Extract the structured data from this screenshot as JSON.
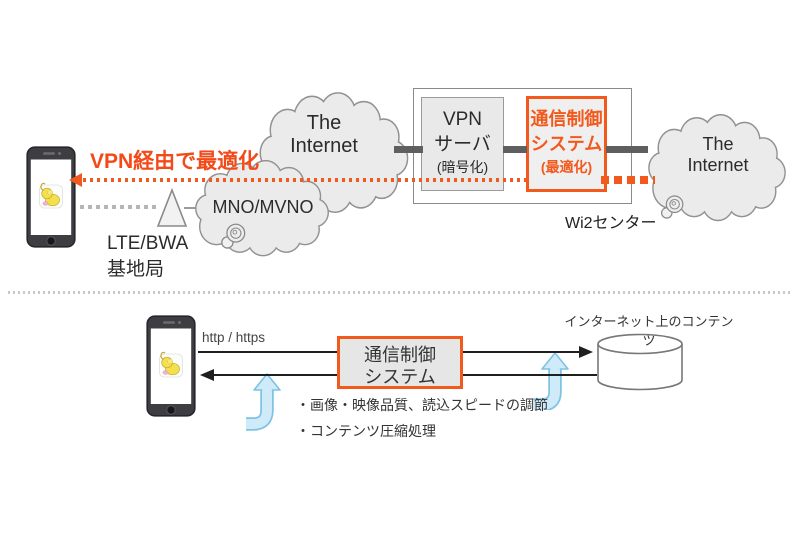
{
  "colors": {
    "accent_orange": "#f2591d",
    "label_red": "#f34a1a",
    "cloud_fill": "#ebebeb",
    "cloud_stroke": "#929292",
    "connector_gray": "#5f5f5f",
    "arrow_black": "#1f1f1f",
    "blue_arrow_fill": "#cfeaf8",
    "blue_arrow_stroke": "#7fc3e4",
    "text_dark": "#333333"
  },
  "icons": {
    "smartphone": "smartphone-icon",
    "cloud": "cloud-icon",
    "snail": "snail-icon",
    "antenna": "antenna-icon",
    "database": "database-icon",
    "bent_arrow": "bent-arrow-icon"
  },
  "top_section": {
    "optimize_label": "VPN経由で最適化",
    "base_station": {
      "line1": "LTE/BWA",
      "line2": "基地局"
    },
    "mno_cloud_label": "MNO/MVNO",
    "left_cloud": {
      "line1": "The",
      "line2": "Internet"
    },
    "right_cloud": {
      "line1": "The",
      "line2": "Internet"
    },
    "vpn_server_box": {
      "line1": "VPN",
      "line2": "サーバ",
      "line3": "(暗号化)"
    },
    "control_box": {
      "line1": "通信制御",
      "line2": "システム",
      "line3": "(最適化)"
    },
    "center_label": "Wi2センター"
  },
  "bottom_section": {
    "protocol_label": "http / https",
    "control_box": {
      "line1": "通信制御",
      "line2": "システム"
    },
    "content_label": "インターネット上のコンテンツ",
    "bullet1": "・画像・映像品質、読込スピードの調節",
    "bullet2": "・コンテンツ圧縮処理"
  }
}
